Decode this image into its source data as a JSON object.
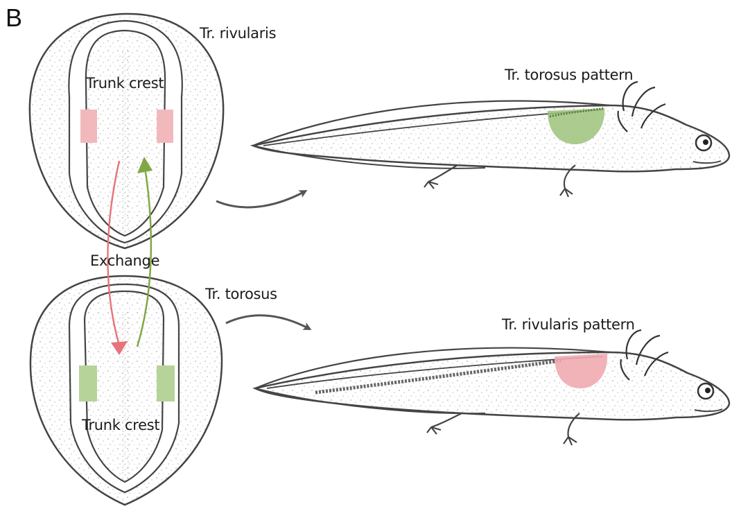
{
  "panel_label": "B",
  "labels": {
    "top_species": "Tr. rivularis",
    "bottom_species": "Tr. torosus",
    "top_crest": "Trunk crest",
    "bottom_crest": "Trunk crest",
    "exchange": "Exchange",
    "top_pattern": "Tr. torosus pattern",
    "bottom_pattern": "Tr. rivularis pattern"
  },
  "colors": {
    "red_graft": "#f2b9bd",
    "green_graft": "#b6d39a",
    "red_arrow": "#e8737a",
    "green_arrow": "#7fa843",
    "red_patch": "#f0aab0",
    "green_patch": "#9ec27a",
    "stroke": "#444444",
    "arrow_gray": "#555555"
  }
}
